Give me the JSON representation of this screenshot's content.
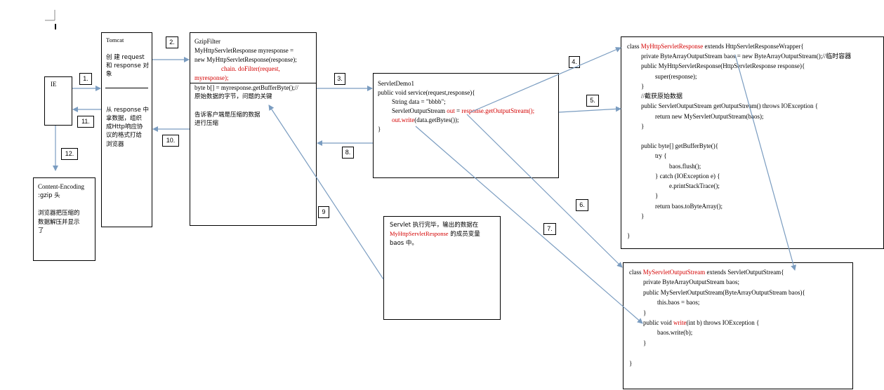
{
  "ie_box": {
    "title": "IE"
  },
  "tomcat_box": {
    "title": "Tomcat",
    "lines": [
      "创 建  request",
      "和 response 对",
      "象"
    ],
    "lines2": [
      "从 response 中",
      "拿数据，组织",
      "成Http响应协",
      "议的格式打给",
      "浏览器"
    ]
  },
  "gzip_box": {
    "title": "GzipFilter",
    "line1": "MyHttpServletResponse  myresponse  =",
    "line2": "new MyHttpServletResponse(response);",
    "line3a": "chain. doFilter(request,",
    "line3b": "myresponse);",
    "line4": "byte b[] = myresponse.getBufferByte();//",
    "line5": "原始数据的字节，问题的关键",
    "line6": "告诉客户端是压缩的数据",
    "line7": "进行压缩"
  },
  "servlet_demo": {
    "title": "ServletDemo1",
    "line1": "public void service(request,response){",
    "line2": "String data = \"bbbb\";",
    "line3a": "ServletOutputStream ",
    "line3b": "out",
    "line3c": " = ",
    "line3d": "response.getOutputStream();",
    "line4a": "out.",
    "line4b": "write",
    "line4c": "(data.getBytes());",
    "line5": "}"
  },
  "servlet_note": {
    "line1": "Servlet 执行完毕，输出的数据在",
    "line2a": "MyHttpServletResponse",
    "line2b": " 的成员变量",
    "line3": "baos 中。"
  },
  "content_encoding": {
    "title": "Content-Encoding",
    "line2": ":gzip 头",
    "lines": [
      "浏览器把压缩的",
      "数据解压并显示",
      "了"
    ]
  },
  "wrapper_class": {
    "l1a": "class ",
    "l1b": "MyHttpServletResponse",
    "l1c": " extends HttpServletResponseWrapper{",
    "l2": "private ByteArrayOutputStream baos = new ByteArrayOutputStream();//临时容器",
    "l3": "public MyHttpServletResponse(HttpServletResponse response){",
    "l4": "super(response);",
    "l5": "}",
    "l6": "//截获原始数据",
    "l7": "public ServletOutputStream getOutputStream() throws IOException {",
    "l8": "return new MyServletOutputStream(baos);",
    "l9": "}",
    "l10": "public byte[] getBufferByte(){",
    "l11": "try {",
    "l12": "baos.flush();",
    "l13": "} catch (IOException e) {",
    "l14": "e.printStackTrace();",
    "l15": "}",
    "l16": "return baos.toByteArray();",
    "l17": "}",
    "l18": "}"
  },
  "stream_class": {
    "l1a": "class ",
    "l1b": "MyServletOutputStream",
    "l1c": " extends ServletOutputStream{",
    "l2": "private ByteArrayOutputStream baos;",
    "l3": "public MyServletOutputStream(ByteArrayOutputStream baos){",
    "l4": "this.baos = baos;",
    "l5": "}",
    "l6a": "public void ",
    "l6b": "write",
    "l6c": "(int b) throws IOException {",
    "l7": "baos.write(b);",
    "l8": "}",
    "l9": "}"
  },
  "step_labels": [
    "1.",
    "2.",
    "3.",
    "4.",
    "5.",
    "6.",
    "7.",
    "8.",
    "9",
    "10.",
    "11.",
    "12."
  ],
  "colors": {
    "arrow": "#7a9cc0",
    "highlight": "#d40000"
  }
}
